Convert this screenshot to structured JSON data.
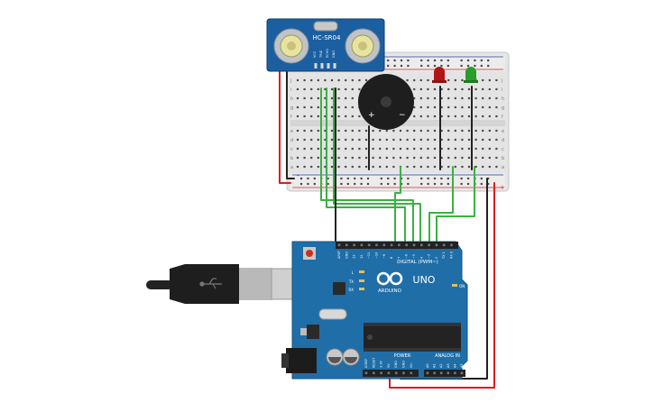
{
  "sensor": {
    "model": "HC-SR04",
    "pins": [
      "VCC",
      "TRIG",
      "ECHO",
      "GND"
    ]
  },
  "breadboard": {
    "row_letters_top": [
      "j",
      "i",
      "h",
      "g",
      "f"
    ],
    "row_letters_bottom": [
      "e",
      "d",
      "c",
      "b",
      "a"
    ],
    "rail_plus": "+",
    "rail_minus": "-"
  },
  "buzzer": {
    "plus": "+",
    "minus": "−"
  },
  "leds": [
    {
      "color": "red",
      "hex": "#b3141a"
    },
    {
      "color": "green",
      "hex": "#2a9d2a"
    }
  ],
  "arduino": {
    "brand": "ARDUINO",
    "model": "UNO",
    "digital_label": "DIGITAL (PWM~)",
    "power_label": "POWER",
    "analog_label": "ANALOG IN",
    "tx_label": "TX",
    "rx_label": "RX",
    "l_label": "L",
    "on_label": "ON",
    "digital_pins": [
      "AREF",
      "GND",
      "13",
      "12",
      "~11",
      "~10",
      "~9",
      "8",
      "7",
      "~6",
      "~5",
      "4",
      "~3",
      "2",
      "TX 1",
      "RX 0"
    ],
    "power_pins": [
      "IOREF",
      "RESET",
      "3.3V",
      "5V",
      "GND",
      "GND",
      "Vin"
    ],
    "analog_pins": [
      "A0",
      "A1",
      "A2",
      "A3",
      "A4",
      "A5"
    ]
  },
  "colors": {
    "wire_green": "#3cb043",
    "wire_red": "#d81e1e",
    "wire_black": "#222222",
    "board_blue": "#1f6ea8",
    "sensor_blue": "#1b5fa0",
    "breadboard": "#e6e6e6"
  }
}
